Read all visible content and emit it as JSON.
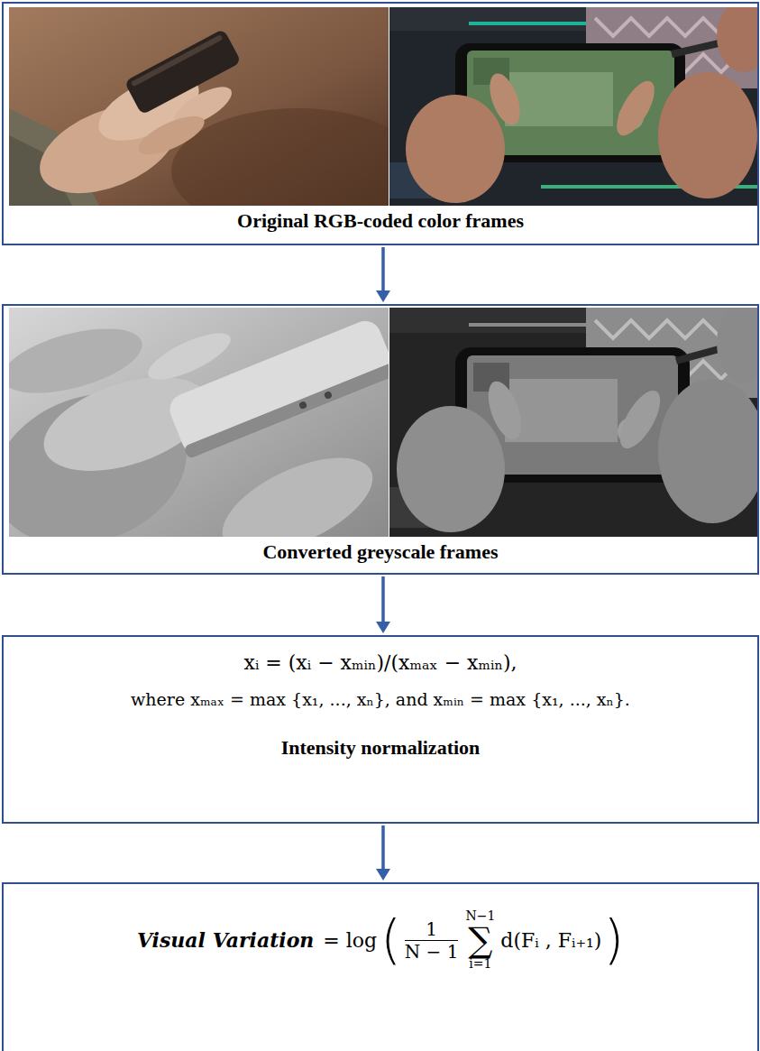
{
  "diagram": {
    "nodes": [
      {
        "text": [
          "Original RGB-coded color frames"
        ]
      },
      {
        "text": [
          "Converted greyscale frames"
        ]
      },
      {
        "text": [
          "xᵢ = (xᵢ − xₘᵢₙ)/(xₘₐₓ − xₘᵢₙ),",
          "where xₘₐₓ = max {x₁, ..., xₙ}, and xₘᵢₙ = max {x₁, ..., xₙ}.",
          "Intensity normalization"
        ]
      },
      {
        "text": [
          "Visual Variation",
          "= log",
          "(",
          "1",
          "N − 1",
          "N−1",
          "∑",
          "i=1",
          "d(Fᵢ , Fᵢ₊₁)",
          ")"
        ]
      }
    ],
    "edges": [
      {
        "from": 0,
        "to": 1,
        "arrow": "to"
      },
      {
        "from": 1,
        "to": 2,
        "arrow": "to"
      },
      {
        "from": 2,
        "to": 3,
        "arrow": "to"
      }
    ]
  }
}
